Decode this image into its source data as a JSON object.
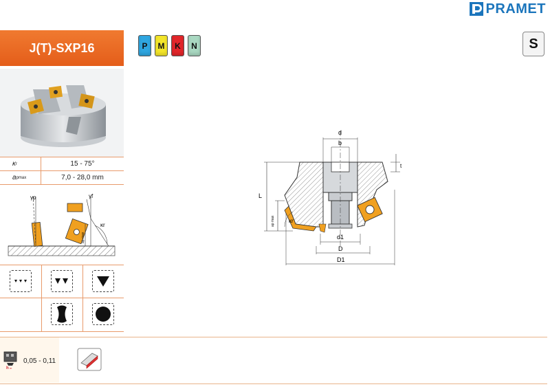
{
  "brand": {
    "name": "PRAMET",
    "color": "#1b75bc"
  },
  "product": {
    "code": "J(T)-SXP16"
  },
  "materials": [
    {
      "code": "P",
      "color": "#2fa6e0"
    },
    {
      "code": "M",
      "color": "#f3e52a"
    },
    {
      "code": "K",
      "color": "#e2262a"
    },
    {
      "code": "N",
      "color": "#a9d8c1"
    }
  ],
  "grade": "S",
  "params": [
    {
      "symbol": "κ",
      "subscript": "r",
      "value": "15 - 75°"
    },
    {
      "symbol": "a",
      "subscript": "pmax",
      "value": "7,0 - 28,0 mm"
    }
  ],
  "small_diagram": {
    "gamma_p": "γp",
    "gamma_f": "γf",
    "kappa_r": "κr",
    "ap_max": "ap max"
  },
  "main_diagram": {
    "d": "d",
    "b": "b",
    "t": "t",
    "L": "L",
    "ap_max": "ap max",
    "kappa_r": "κr",
    "d1": "d1",
    "D": "D",
    "D1": "D1"
  },
  "feed": {
    "value": "0,05 - 0,11",
    "icon": "hm-feed-icon"
  },
  "colors": {
    "accent": "#e45d1a",
    "line": "#e89a6a",
    "insert": "#f0a020"
  }
}
